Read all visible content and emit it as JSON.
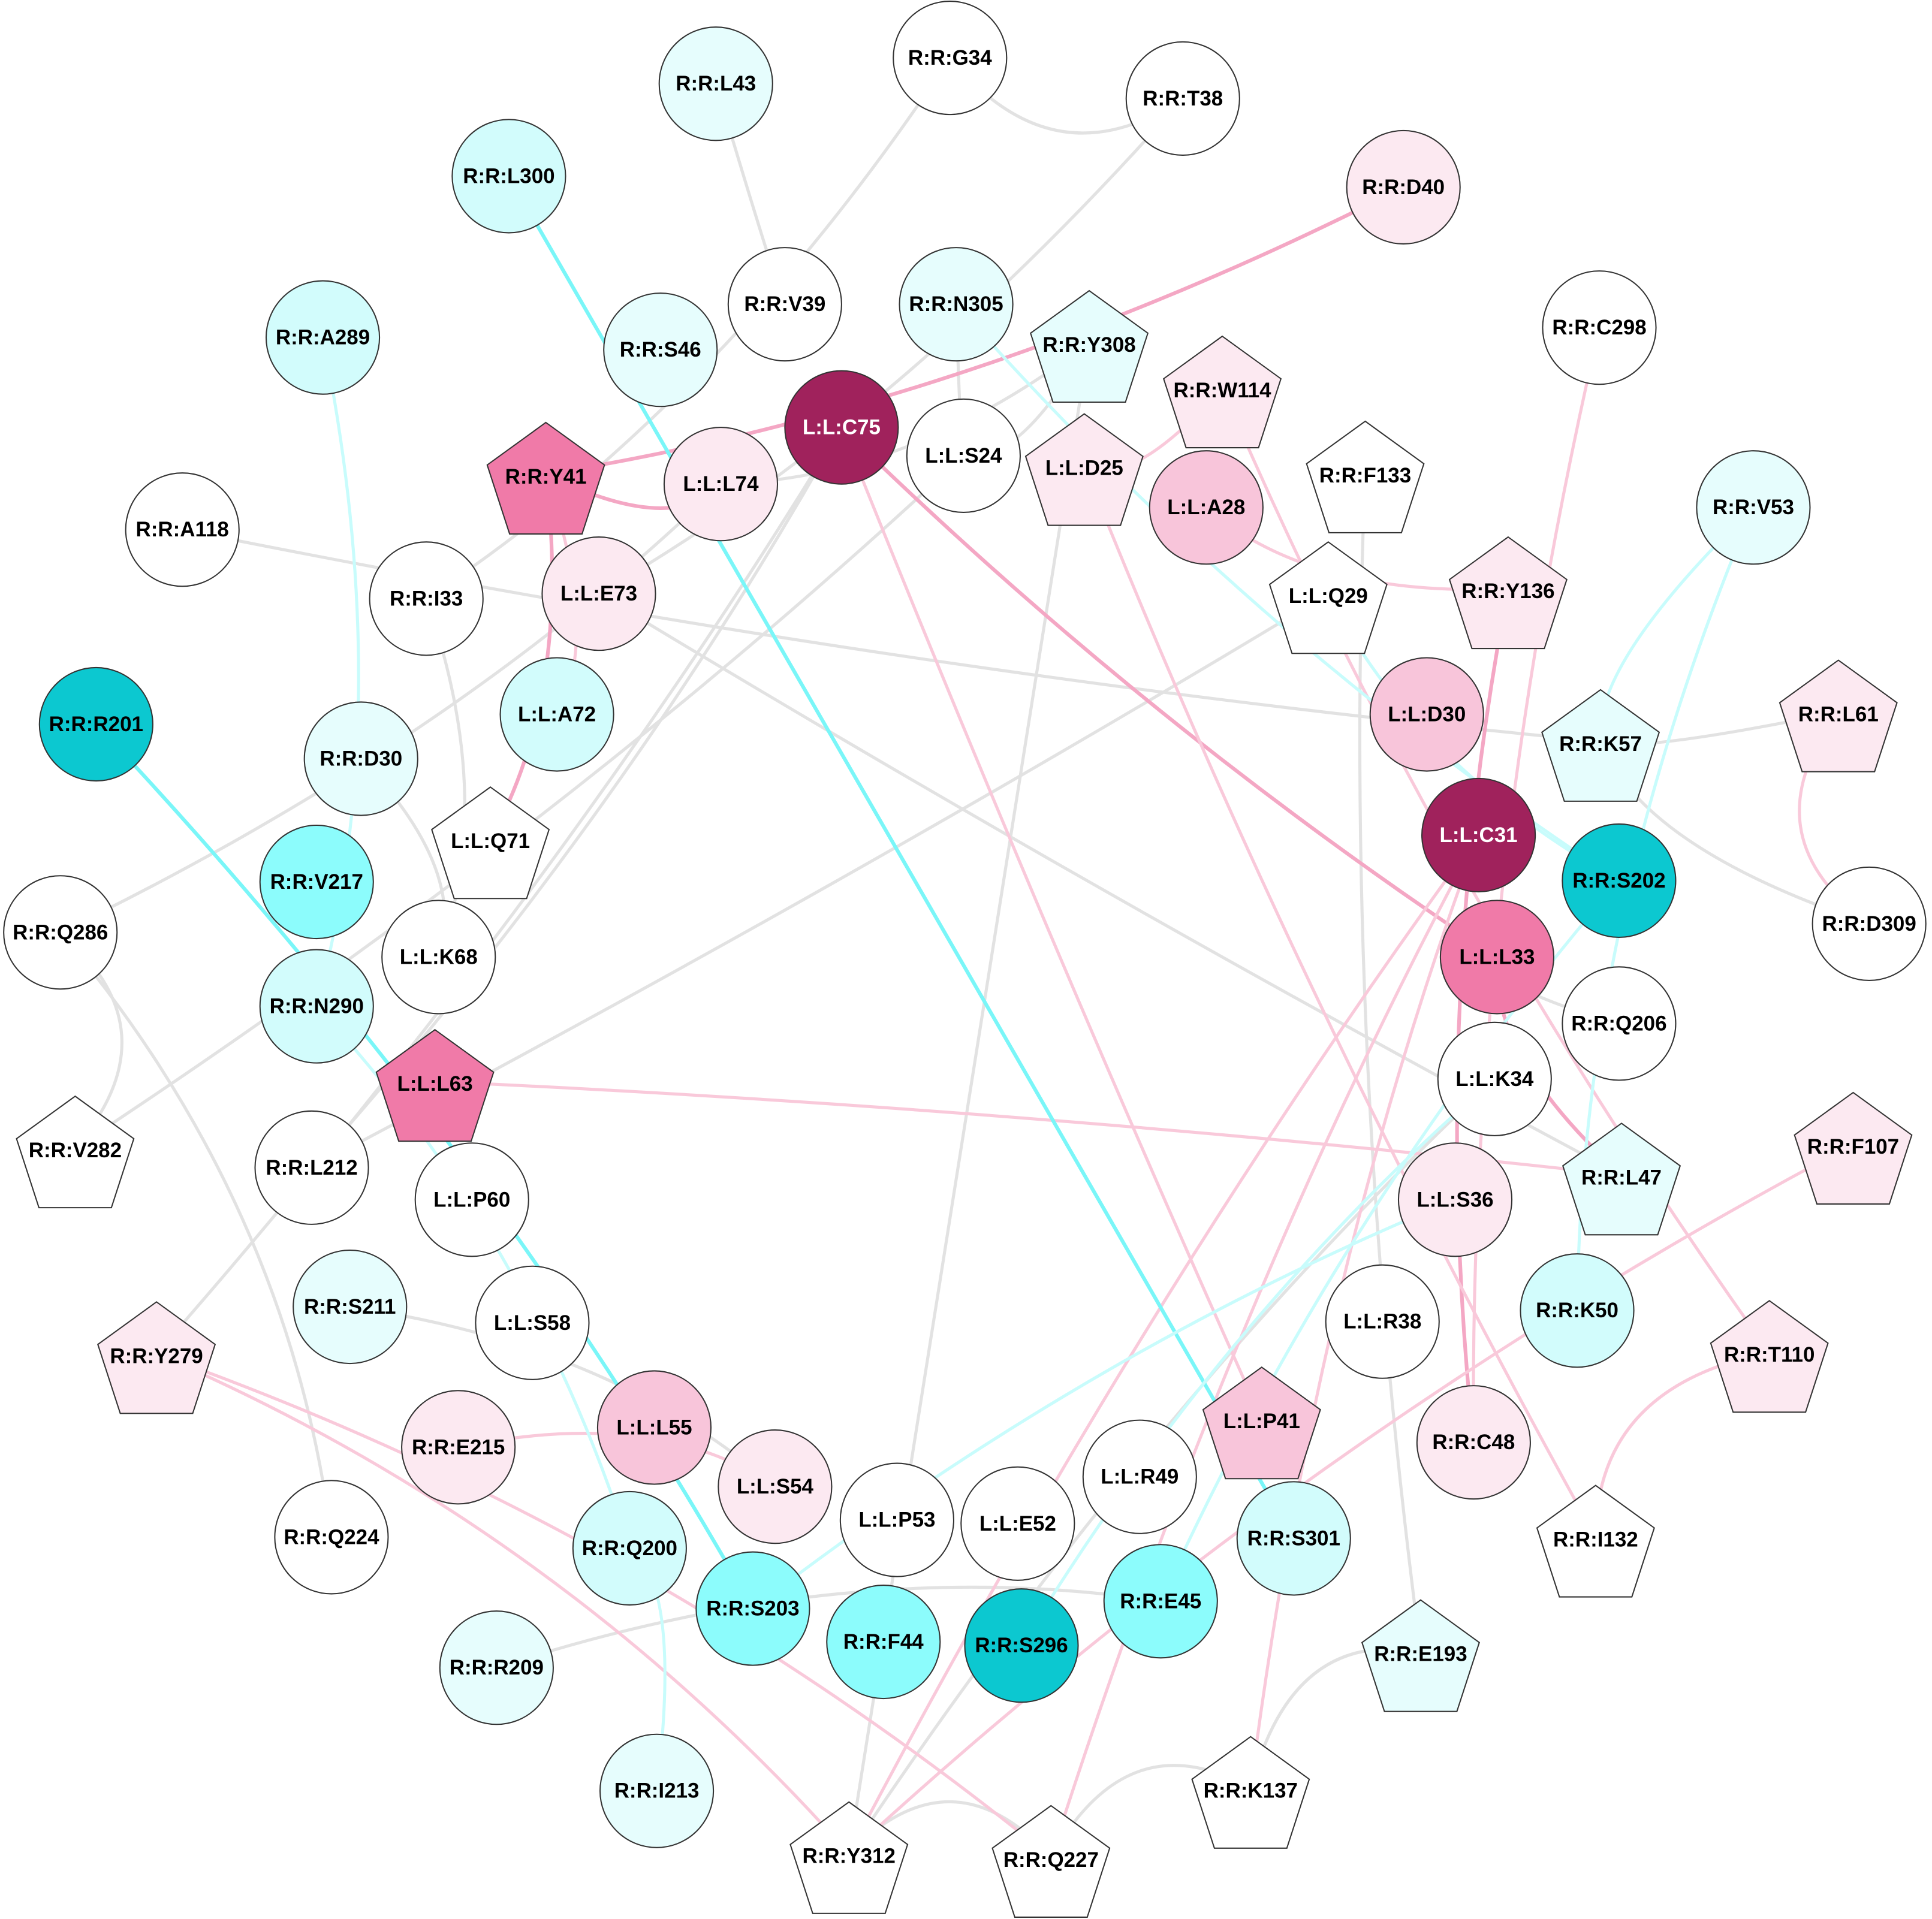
{
  "palette": {
    "white": "#ffffff",
    "cyan1": "#e6fdfd",
    "cyan2": "#d2fcfc",
    "cyan3": "#8cfcfc",
    "cyan4": "#0cc8d0",
    "pink1": "#fce9f1",
    "pink2": "#f8c5da",
    "pink3": "#f07aa8",
    "pink4": "#a0225c",
    "edge_gray": "#e2e2e2",
    "edge_pink": "#f9c9da",
    "edge_pink_strong": "#f4a7c4",
    "edge_cyan": "#c8fcfc",
    "edge_cyan_strong": "#7af6f8",
    "stroke": "#333333"
  },
  "nodes": [
    {
      "label": "R:R:G34",
      "shape": "circle",
      "fill": "white"
    },
    {
      "label": "R:R:T38",
      "shape": "circle",
      "fill": "white"
    },
    {
      "label": "R:R:L43",
      "shape": "circle",
      "fill": "cyan1"
    },
    {
      "label": "R:R:D40",
      "shape": "circle",
      "fill": "pink1"
    },
    {
      "label": "R:R:L300",
      "shape": "circle",
      "fill": "cyan2"
    },
    {
      "label": "R:R:V39",
      "shape": "circle",
      "fill": "white"
    },
    {
      "label": "R:R:N305",
      "shape": "circle",
      "fill": "cyan1"
    },
    {
      "label": "R:R:Y308",
      "shape": "pentagon",
      "fill": "cyan1"
    },
    {
      "label": "R:R:S46",
      "shape": "circle",
      "fill": "cyan1"
    },
    {
      "label": "R:R:A289",
      "shape": "circle",
      "fill": "cyan2"
    },
    {
      "label": "R:R:C298",
      "shape": "circle",
      "fill": "white"
    },
    {
      "label": "R:R:W114",
      "shape": "pentagon",
      "fill": "pink1"
    },
    {
      "label": "L:L:C75",
      "shape": "circle",
      "fill": "pink4"
    },
    {
      "label": "L:L:S24",
      "shape": "circle",
      "fill": "white"
    },
    {
      "label": "L:L:D25",
      "shape": "pentagon",
      "fill": "pink1"
    },
    {
      "label": "R:R:Y41",
      "shape": "pentagon",
      "fill": "pink3"
    },
    {
      "label": "L:L:L74",
      "shape": "circle",
      "fill": "pink1"
    },
    {
      "label": "R:R:F133",
      "shape": "pentagon",
      "fill": "white"
    },
    {
      "label": "L:L:A28",
      "shape": "circle",
      "fill": "pink2"
    },
    {
      "label": "R:R:V53",
      "shape": "circle",
      "fill": "cyan1"
    },
    {
      "label": "R:R:A118",
      "shape": "circle",
      "fill": "white"
    },
    {
      "label": "R:R:I33",
      "shape": "circle",
      "fill": "white"
    },
    {
      "label": "L:L:E73",
      "shape": "circle",
      "fill": "pink1"
    },
    {
      "label": "L:L:Q29",
      "shape": "pentagon",
      "fill": "white"
    },
    {
      "label": "R:R:Y136",
      "shape": "pentagon",
      "fill": "pink1"
    },
    {
      "label": "R:R:R201",
      "shape": "circle",
      "fill": "cyan4"
    },
    {
      "label": "L:L:A72",
      "shape": "circle",
      "fill": "cyan2"
    },
    {
      "label": "L:L:D30",
      "shape": "circle",
      "fill": "pink2"
    },
    {
      "label": "R:R:K57",
      "shape": "pentagon",
      "fill": "cyan1"
    },
    {
      "label": "R:R:L61",
      "shape": "pentagon",
      "fill": "pink1"
    },
    {
      "label": "R:R:D30",
      "shape": "circle",
      "fill": "cyan1"
    },
    {
      "label": "L:L:Q71",
      "shape": "pentagon",
      "fill": "white"
    },
    {
      "label": "L:L:C31",
      "shape": "circle",
      "fill": "pink4"
    },
    {
      "label": "R:R:S202",
      "shape": "circle",
      "fill": "cyan4"
    },
    {
      "label": "R:R:V217",
      "shape": "circle",
      "fill": "cyan3"
    },
    {
      "label": "R:R:Q286",
      "shape": "circle",
      "fill": "white"
    },
    {
      "label": "L:L:K68",
      "shape": "circle",
      "fill": "white"
    },
    {
      "label": "L:L:L33",
      "shape": "circle",
      "fill": "pink3"
    },
    {
      "label": "R:R:D309",
      "shape": "circle",
      "fill": "white"
    },
    {
      "label": "R:R:N290",
      "shape": "circle",
      "fill": "cyan2"
    },
    {
      "label": "R:R:Q206",
      "shape": "circle",
      "fill": "white"
    },
    {
      "label": "L:L:L63",
      "shape": "pentagon",
      "fill": "pink3"
    },
    {
      "label": "L:L:K34",
      "shape": "circle",
      "fill": "white"
    },
    {
      "label": "R:R:V282",
      "shape": "pentagon",
      "fill": "white"
    },
    {
      "label": "R:R:L212",
      "shape": "circle",
      "fill": "white"
    },
    {
      "label": "R:R:F107",
      "shape": "pentagon",
      "fill": "pink1"
    },
    {
      "label": "R:R:L47",
      "shape": "pentagon",
      "fill": "cyan1"
    },
    {
      "label": "L:L:P60",
      "shape": "circle",
      "fill": "white"
    },
    {
      "label": "L:L:S36",
      "shape": "circle",
      "fill": "pink1"
    },
    {
      "label": "R:R:S211",
      "shape": "circle",
      "fill": "cyan1"
    },
    {
      "label": "L:L:S58",
      "shape": "circle",
      "fill": "white"
    },
    {
      "label": "L:L:R38",
      "shape": "circle",
      "fill": "white"
    },
    {
      "label": "R:R:K50",
      "shape": "circle",
      "fill": "cyan2"
    },
    {
      "label": "R:R:Y279",
      "shape": "pentagon",
      "fill": "pink1"
    },
    {
      "label": "R:R:T110",
      "shape": "pentagon",
      "fill": "pink1"
    },
    {
      "label": "L:L:L55",
      "shape": "circle",
      "fill": "pink2"
    },
    {
      "label": "L:L:P41",
      "shape": "pentagon",
      "fill": "pink2"
    },
    {
      "label": "R:R:E215",
      "shape": "circle",
      "fill": "pink1"
    },
    {
      "label": "R:R:C48",
      "shape": "circle",
      "fill": "pink1"
    },
    {
      "label": "L:L:S54",
      "shape": "circle",
      "fill": "pink1"
    },
    {
      "label": "L:L:P53",
      "shape": "circle",
      "fill": "white"
    },
    {
      "label": "L:L:E52",
      "shape": "circle",
      "fill": "white"
    },
    {
      "label": "L:L:R49",
      "shape": "circle",
      "fill": "white"
    },
    {
      "label": "R:R:S301",
      "shape": "circle",
      "fill": "cyan2"
    },
    {
      "label": "R:R:I132",
      "shape": "pentagon",
      "fill": "white"
    },
    {
      "label": "R:R:Q224",
      "shape": "circle",
      "fill": "white"
    },
    {
      "label": "R:R:Q200",
      "shape": "circle",
      "fill": "cyan2"
    },
    {
      "label": "R:R:S203",
      "shape": "circle",
      "fill": "cyan3"
    },
    {
      "label": "R:R:F44",
      "shape": "circle",
      "fill": "cyan3"
    },
    {
      "label": "R:R:S296",
      "shape": "circle",
      "fill": "cyan4"
    },
    {
      "label": "R:R:E45",
      "shape": "circle",
      "fill": "cyan3"
    },
    {
      "label": "R:R:E193",
      "shape": "pentagon",
      "fill": "cyan1"
    },
    {
      "label": "R:R:R209",
      "shape": "circle",
      "fill": "cyan1"
    },
    {
      "label": "R:R:I213",
      "shape": "circle",
      "fill": "cyan1"
    },
    {
      "label": "R:R:K137",
      "shape": "pentagon",
      "fill": "white"
    },
    {
      "label": "R:R:Y312",
      "shape": "pentagon",
      "fill": "white"
    },
    {
      "label": "R:R:Q227",
      "shape": "pentagon",
      "fill": "white"
    }
  ],
  "edges": [
    [
      "R:R:G34",
      "R:R:T38",
      "edge_gray"
    ],
    [
      "R:R:G34",
      "R:R:I33",
      "edge_gray"
    ],
    [
      "R:R:T38",
      "L:L:E73",
      "edge_gray"
    ],
    [
      "R:R:L43",
      "R:R:V39",
      "edge_gray"
    ],
    [
      "R:R:N305",
      "L:L:S24",
      "edge_gray"
    ],
    [
      "R:R:Y308",
      "L:L:S24",
      "edge_gray"
    ],
    [
      "R:R:Y308",
      "R:R:Y312",
      "edge_gray"
    ],
    [
      "R:R:Y308",
      "L:L:L74",
      "edge_gray"
    ],
    [
      "R:R:A118",
      "R:R:K57",
      "edge_gray"
    ],
    [
      "R:R:I33",
      "L:L:K68",
      "edge_gray"
    ],
    [
      "R:R:D30",
      "L:L:K68",
      "edge_gray"
    ],
    [
      "R:R:Q286",
      "R:R:V282",
      "edge_gray"
    ],
    [
      "R:R:Q286",
      "R:R:Q224",
      "edge_gray"
    ],
    [
      "R:R:Q286",
      "L:L:L74",
      "edge_gray"
    ],
    [
      "L:L:C75",
      "R:R:L212",
      "edge_gray"
    ],
    [
      "L:L:C75",
      "R:R:Y279",
      "edge_gray"
    ],
    [
      "R:R:V282",
      "L:L:S24",
      "edge_gray"
    ],
    [
      "L:L:E73",
      "R:R:L47",
      "edge_gray"
    ],
    [
      "R:R:F133",
      "R:R:E193",
      "edge_gray"
    ],
    [
      "R:R:K57",
      "R:R:L61",
      "edge_gray"
    ],
    [
      "R:R:K57",
      "R:R:D309",
      "edge_gray"
    ],
    [
      "R:R:K137",
      "R:R:E193",
      "edge_gray"
    ],
    [
      "R:R:Y312",
      "R:R:Q227",
      "edge_gray"
    ],
    [
      "R:R:Q227",
      "R:R:K137",
      "edge_gray"
    ],
    [
      "R:R:S211",
      "L:L:S54",
      "edge_gray"
    ],
    [
      "R:R:R209",
      "R:R:E45",
      "edge_gray"
    ],
    [
      "L:L:K34",
      "R:R:Y312",
      "edge_gray"
    ],
    [
      "L:L:Q29",
      "R:R:L212",
      "edge_gray"
    ],
    [
      "L:L:L33",
      "R:R:Q206",
      "edge_gray"
    ],
    [
      "R:R:D40",
      "R:R:Y41",
      "edge_pink_strong"
    ],
    [
      "R:R:Y41",
      "L:L:L74",
      "edge_pink_strong"
    ],
    [
      "R:R:Y41",
      "L:L:Q71",
      "edge_pink_strong"
    ],
    [
      "R:R:Y41",
      "L:L:A72",
      "edge_pink"
    ],
    [
      "L:L:C75",
      "L:L:L33",
      "edge_pink_strong"
    ],
    [
      "L:L:C75",
      "L:L:P41",
      "edge_pink"
    ],
    [
      "L:L:L63",
      "R:R:L47",
      "edge_pink"
    ],
    [
      "L:L:D25",
      "R:R:W114",
      "edge_pink"
    ],
    [
      "R:R:W114",
      "R:R:T110",
      "edge_pink"
    ],
    [
      "L:L:A28",
      "R:R:Y136",
      "edge_pink"
    ],
    [
      "R:R:Y136",
      "R:R:C48",
      "edge_pink_strong"
    ],
    [
      "R:R:C298",
      "R:R:C48",
      "edge_pink"
    ],
    [
      "R:R:L61",
      "R:R:D309",
      "edge_pink"
    ],
    [
      "R:R:F107",
      "R:R:Y312",
      "edge_pink"
    ],
    [
      "R:R:T110",
      "R:R:I132",
      "edge_pink"
    ],
    [
      "R:R:Y279",
      "R:R:Q227",
      "edge_pink"
    ],
    [
      "R:R:Y279",
      "R:R:Y312",
      "edge_pink"
    ],
    [
      "L:L:C31",
      "R:R:Q227",
      "edge_pink"
    ],
    [
      "L:L:C31",
      "R:R:Y312",
      "edge_pink"
    ],
    [
      "L:L:L33",
      "R:R:L47",
      "edge_pink_strong"
    ],
    [
      "L:L:D25",
      "R:R:I132",
      "edge_pink"
    ],
    [
      "R:R:E215",
      "L:L:S54",
      "edge_pink"
    ],
    [
      "L:L:C31",
      "R:R:K137",
      "edge_pink"
    ],
    [
      "R:R:L300",
      "R:R:S301",
      "edge_cyan_strong"
    ],
    [
      "R:R:R201",
      "R:R:S203",
      "edge_cyan_strong"
    ],
    [
      "R:R:A289",
      "R:R:N290",
      "edge_cyan"
    ],
    [
      "R:R:V53",
      "R:R:K57",
      "edge_cyan"
    ],
    [
      "R:R:V53",
      "R:R:K50",
      "edge_cyan"
    ],
    [
      "R:R:N305",
      "R:R:S202",
      "edge_cyan"
    ],
    [
      "L:L:Q29",
      "R:R:S202",
      "edge_cyan"
    ],
    [
      "L:L:K34",
      "R:R:S296",
      "edge_cyan"
    ],
    [
      "R:R:Q200",
      "R:R:I213",
      "edge_cyan"
    ],
    [
      "R:R:N290",
      "R:R:Q200",
      "edge_cyan"
    ],
    [
      "L:L:S36",
      "R:R:S203",
      "edge_cyan"
    ],
    [
      "R:R:S202",
      "R:R:E45",
      "edge_cyan"
    ]
  ]
}
